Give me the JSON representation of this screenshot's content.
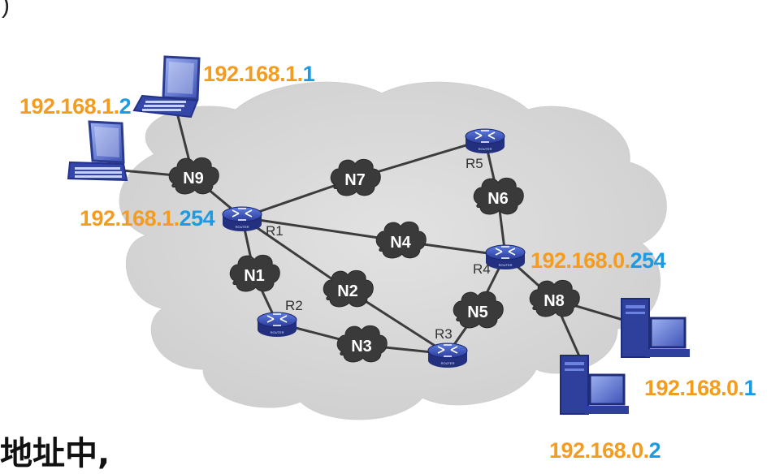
{
  "top_fragment": ")",
  "caption": "地址中,",
  "nodes": {
    "N1": "N1",
    "N2": "N2",
    "N3": "N3",
    "N4": "N4",
    "N5": "N5",
    "N6": "N6",
    "N7": "N7",
    "N8": "N8",
    "N9": "N9"
  },
  "routers": {
    "R1": "R1",
    "R2": "R2",
    "R3": "R3",
    "R4": "R4",
    "R5": "R5"
  },
  "router_badge": "ROUTER",
  "ips": {
    "pc1": {
      "net": "192.168.1.",
      "host": "1"
    },
    "pc2": {
      "net": "192.168.1.",
      "host": "2"
    },
    "r1": {
      "net": "192.168.1.",
      "host": "254"
    },
    "r4": {
      "net": "192.168.0.",
      "host": "254"
    },
    "pc3": {
      "net": "192.168.0.",
      "host": "1"
    },
    "pc4": {
      "net": "192.168.0.",
      "host": "2"
    }
  },
  "colors": {
    "network_part": "#f39c1f",
    "host_part": "#1e9be0",
    "cloud": "#d9d9d9",
    "node": "#3a3a3a",
    "router": "#2e3f9c"
  }
}
